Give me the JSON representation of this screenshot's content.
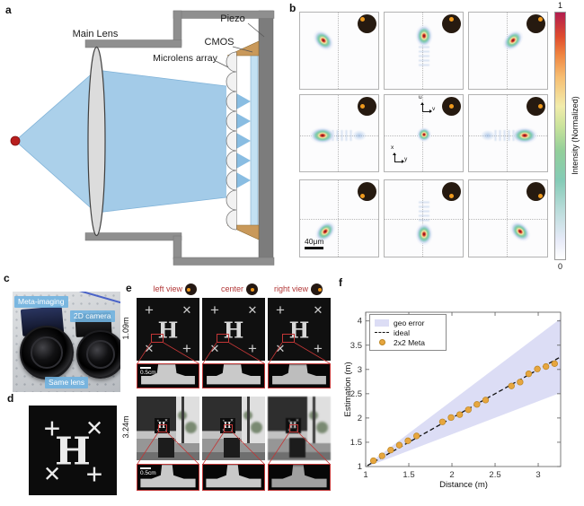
{
  "panels": {
    "a_label": "a",
    "b_label": "b",
    "c_label": "c",
    "d_label": "d",
    "e_label": "e",
    "f_label": "f"
  },
  "panel_a": {
    "main_lens": "Main Lens",
    "piezo": "Piezo",
    "cmos": "CMOS",
    "microlens": "Microlens array"
  },
  "panel_b": {
    "colorbar": {
      "max": "1",
      "min": "0",
      "label": "Intensity (Normalized)"
    },
    "scale_bar": "40μm",
    "axes_xy": {
      "x": "x",
      "y": "y"
    },
    "axes_uv": {
      "u": "u",
      "v": "v"
    },
    "aperture_positions": [
      "top-left",
      "top-center",
      "top-right",
      "middle-left",
      "center",
      "middle-right",
      "bottom-left",
      "bottom-center",
      "bottom-right"
    ]
  },
  "panel_c": {
    "labels": {
      "meta": "Meta-imaging",
      "cam2d": "2D camera",
      "same_lens": "Same lens"
    }
  },
  "panel_d": {
    "marks": {
      "tl": "+",
      "tr": "✕",
      "center": "H",
      "bl": "✕",
      "br": "+"
    }
  },
  "panel_e": {
    "views": [
      "left view",
      "center",
      "right view"
    ],
    "rows": [
      "1.09m",
      "3.24m"
    ],
    "scale_bar": "0.5cm",
    "target_marks": {
      "tl": "+",
      "tr": "✕",
      "center": "H",
      "bl": "✕",
      "br": "+"
    }
  },
  "panel_f": {
    "chart_data": {
      "type": "scatter",
      "xlabel": "Distance (m)",
      "ylabel": "Estimation (m)",
      "xlim": [
        1,
        3.26
      ],
      "ylim": [
        1,
        4.18
      ],
      "xticks": [
        1,
        1.5,
        2,
        2.5,
        3
      ],
      "yticks": [
        1,
        1.5,
        2,
        2.5,
        3,
        3.5,
        4
      ],
      "legend": [
        "geo error",
        "ideal",
        "2x2 Meta"
      ],
      "legend_position": "top-left",
      "grid": false,
      "series": [
        {
          "name": "geo error",
          "type": "band",
          "color": "#dcddf5",
          "x": [
            1.05,
            3.26
          ],
          "lower": [
            1.02,
            2.52
          ],
          "upper": [
            1.08,
            4.05
          ]
        },
        {
          "name": "ideal",
          "type": "line",
          "style": "dashed",
          "color": "#111111",
          "x": [
            1.02,
            3.24
          ],
          "y": [
            1.02,
            3.24
          ]
        },
        {
          "name": "2x2 Meta",
          "type": "scatter",
          "color": "#e7a63f",
          "points": [
            [
              1.09,
              1.12
            ],
            [
              1.19,
              1.22
            ],
            [
              1.29,
              1.34
            ],
            [
              1.39,
              1.44
            ],
            [
              1.49,
              1.53
            ],
            [
              1.59,
              1.63
            ],
            [
              1.89,
              1.92
            ],
            [
              1.99,
              2.01
            ],
            [
              2.09,
              2.07
            ],
            [
              2.19,
              2.17
            ],
            [
              2.29,
              2.28
            ],
            [
              2.39,
              2.37
            ],
            [
              2.69,
              2.66
            ],
            [
              2.79,
              2.74
            ],
            [
              2.89,
              2.91
            ],
            [
              2.99,
              3.01
            ],
            [
              3.09,
              3.06
            ],
            [
              3.19,
              3.12
            ]
          ]
        }
      ]
    }
  },
  "colors": {
    "accent_red": "#b23737",
    "meta_dot": "#e7a63f",
    "geo_band": "#dcddf5",
    "tag_blue": "#70b2e0",
    "aperture_dot": "#ef9a1e"
  }
}
